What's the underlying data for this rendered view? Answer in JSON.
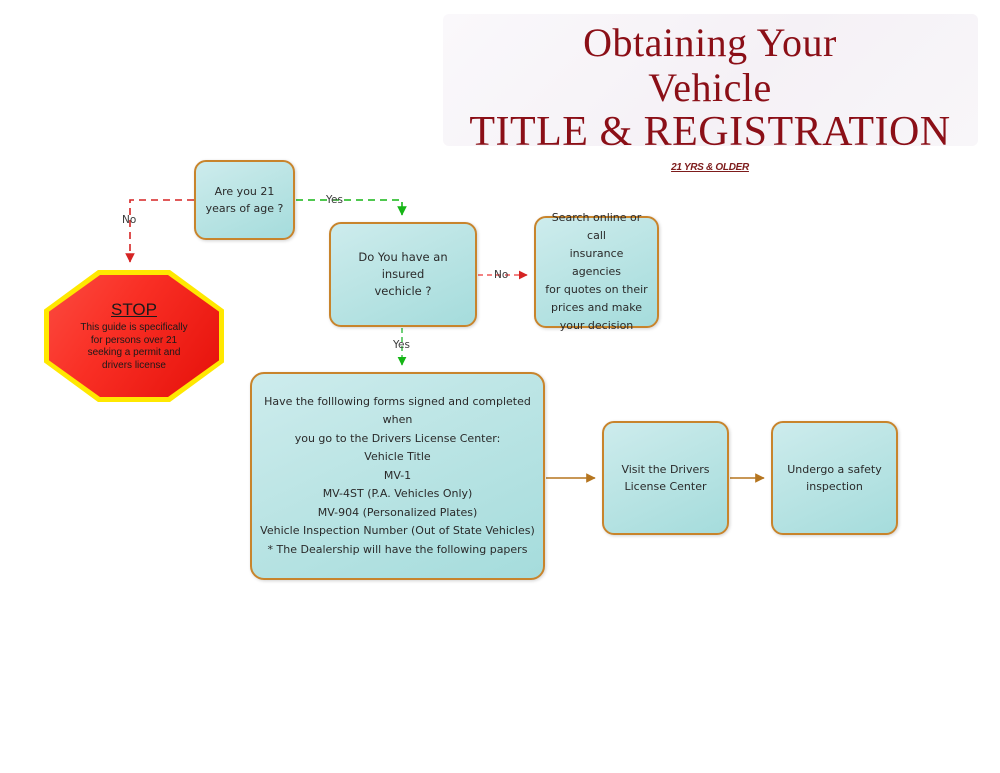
{
  "title": {
    "line1": "Obtaining Your",
    "line2": "Vehicle",
    "line3": "TITLE & REGISTRATION",
    "subtitle": "21 YRS & OLDER"
  },
  "colors": {
    "title_red": "#8b0f17",
    "node_border": "#c8842c",
    "node_fill_top": "#cdeced",
    "node_fill_bottom": "#a5dcdc",
    "stop_fill": "#f92e24",
    "stop_border": "#ffe800",
    "yes_edge": "#2fbf3a",
    "no_edge": "#e03030",
    "plain_edge": "#b5751f"
  },
  "nodes": {
    "age": {
      "text": "Are you 21\nyears of age ?"
    },
    "insured": {
      "text": "Do You have an insured\nvechicle ?"
    },
    "search": {
      "text": "Search online or call\ninsurance agencies\nfor quotes on their\nprices and make\nyour decision"
    },
    "forms": {
      "text": "Have the folllowing forms signed and completed when\nyou go to the Drivers License Center:\nVehicle Title\nMV-1\nMV-4ST  (P.A. Vehicles Only)\nMV-904 (Personalized Plates)\nVehicle Inspection Number (Out of State Vehicles)\n* The Dealership will have the following papers"
    },
    "visit": {
      "text": "Visit the Drivers\nLicense Center"
    },
    "inspection": {
      "text": "Undergo a safety\ninspection"
    }
  },
  "stop": {
    "word": "STOP",
    "body": "This guide is specifically\nfor persons over 21\nseeking a permit and\ndrivers license"
  },
  "edges": {
    "no_from_age": "No",
    "yes_from_age": "Yes",
    "no_from_insured": "No",
    "yes_from_insured": "Yes"
  }
}
